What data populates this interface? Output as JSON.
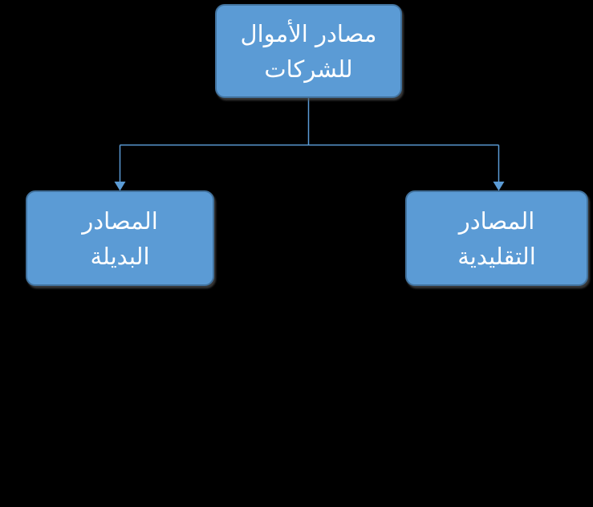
{
  "diagram": {
    "type": "hierarchy-flowchart",
    "language": "ar",
    "direction": "rtl",
    "nodes": {
      "root": {
        "role": "parent",
        "lines": [
          "مصادر الأموال",
          "للشركات"
        ]
      },
      "left": {
        "role": "child",
        "lines": [
          "المصادر",
          "البديلة"
        ]
      },
      "right": {
        "role": "child",
        "lines": [
          "المصادر",
          "التقليدية"
        ]
      }
    },
    "edges": [
      {
        "from": "root",
        "to": "left",
        "arrow": "arrowhead-at-child"
      },
      {
        "from": "root",
        "to": "right",
        "arrow": "arrowhead-at-child"
      }
    ],
    "colors": {
      "background": "#000000",
      "node_fill": "#5B9BD5",
      "node_border": "#41719C",
      "connector": "#5B9BD5",
      "text": "#FFFFFF",
      "shadow": "#555555"
    }
  }
}
